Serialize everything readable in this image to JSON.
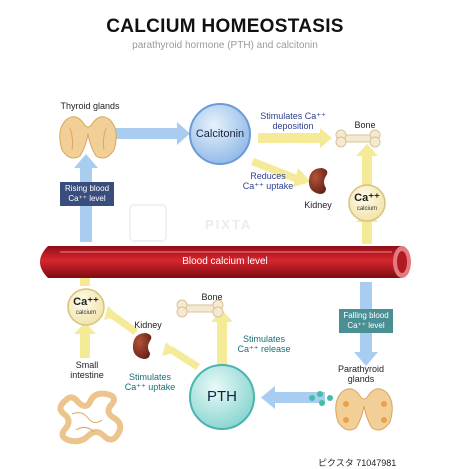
{
  "title": "CALCIUM HOMEOSTASIS",
  "subtitle": "parathyroid hormone (PTH) and calcitonin",
  "labels": {
    "thyroid_glands": "Thyroid glands",
    "bone_top": "Bone",
    "kidney_top": "Kidney",
    "bone_bottom": "Bone",
    "kidney_bottom": "Kidney",
    "small_intestine": "Small intestine",
    "parathyroid_glands": "Parathyroid glands"
  },
  "hormones": {
    "calcitonin": "Calcitonin",
    "pth": "PTH"
  },
  "actions": {
    "stimulates_deposition": "Stimulates Ca⁺⁺ deposition",
    "reduces_uptake": "Reduces Ca⁺⁺ uptake",
    "stimulates_release": "Stimulates Ca⁺⁺ release",
    "stimulates_uptake": "Stimulates Ca⁺⁺ uptake"
  },
  "level_boxes": {
    "rising": "Rising blood Ca⁺⁺ level",
    "falling": "Falling blood Ca⁺⁺ level"
  },
  "calcium_node": {
    "symbol": "Ca⁺⁺",
    "word": "calcium"
  },
  "blood_vessel_label": "Blood calcium level",
  "watermark": "PIXTA",
  "footer": "ピクスタ  71047981",
  "colors": {
    "blood_red": "#c8202a",
    "rising_box": "#3a4e7e",
    "falling_box": "#4a8f93",
    "arrow_blue": "#a9cdf0",
    "arrow_yellow": "#f4ea98",
    "calcitonin_fill": "#bcd6f2",
    "pth_fill": "#bfe9e6"
  }
}
